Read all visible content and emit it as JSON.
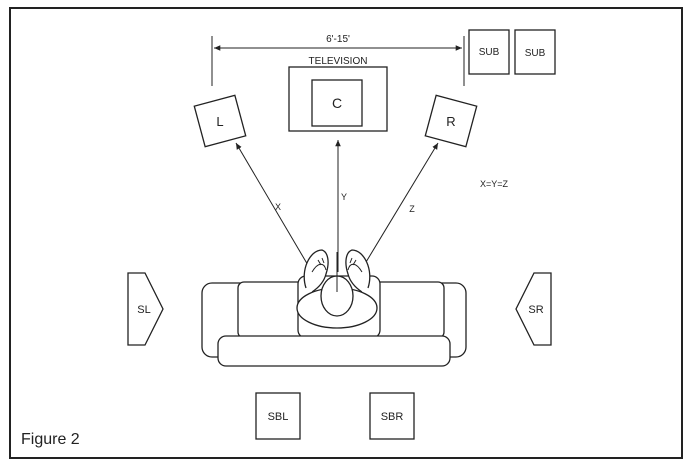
{
  "diagram": {
    "figure_label": "Figure 2",
    "distance_label": "6'-15'",
    "television_label": "TELEVISION",
    "equation_label": "X=Y=Z",
    "speakers": {
      "left": "L",
      "center": "C",
      "right": "R",
      "sub_1": "SUB",
      "sub_2": "SUB",
      "surround_left": "SL",
      "surround_right": "SR",
      "surround_back_left": "SBL",
      "surround_back_right": "SBR"
    },
    "distances": {
      "x": "X",
      "y": "Y",
      "z": "Z"
    }
  }
}
